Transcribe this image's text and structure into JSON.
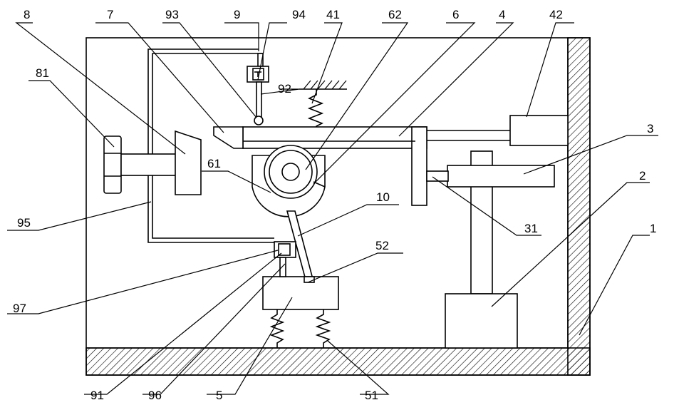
{
  "callouts": {
    "c1": "1",
    "c2": "2",
    "c3": "3",
    "c31": "31",
    "c4": "4",
    "c41": "41",
    "c42": "42",
    "c5": "5",
    "c51": "51",
    "c52": "52",
    "c6": "6",
    "c61": "61",
    "c62": "62",
    "c7": "7",
    "c8": "8",
    "c81": "81",
    "c9": "9",
    "c91": "91",
    "c92": "92",
    "c93": "93",
    "c94": "94",
    "c95": "95",
    "c96": "96",
    "c97": "97",
    "c10": "10"
  }
}
